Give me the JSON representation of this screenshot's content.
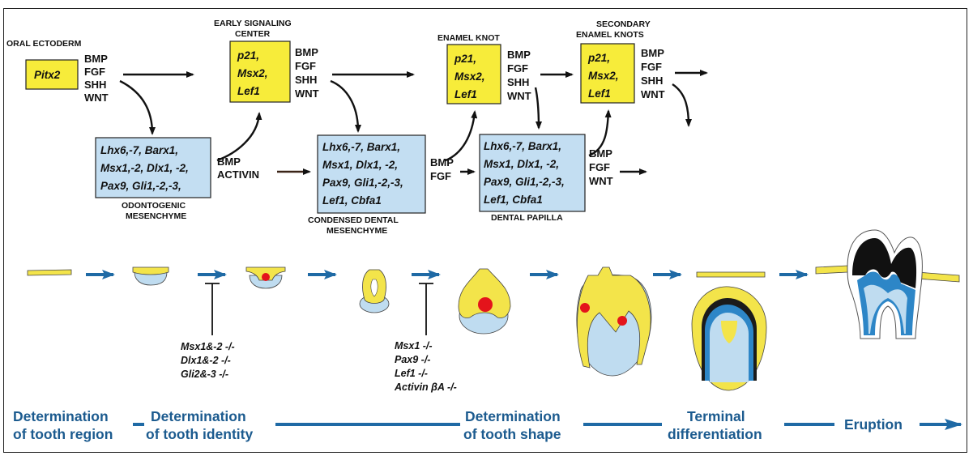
{
  "top": {
    "oral_ectoderm": {
      "caption": "ORAL ECTODERM",
      "box": "Pitx2",
      "signals": [
        "BMP",
        "FGF",
        "SHH",
        "WNT"
      ]
    },
    "early_signaling_center": {
      "caption": [
        "EARLY SIGNALING",
        "CENTER"
      ],
      "box": [
        "p21,",
        "Msx2,",
        "Lef1"
      ],
      "signals": [
        "BMP",
        "FGF",
        "SHH",
        "WNT"
      ]
    },
    "enamel_knot": {
      "caption": "ENAMEL KNOT",
      "box": [
        "p21,",
        "Msx2,",
        "Lef1"
      ],
      "signals": [
        "BMP",
        "FGF",
        "SHH",
        "WNT"
      ]
    },
    "secondary_enamel_knots": {
      "caption": [
        "SECONDARY",
        "ENAMEL KNOTS"
      ],
      "box": [
        "p21,",
        "Msx2,",
        "Lef1"
      ],
      "signals": [
        "BMP",
        "FGF",
        "SHH",
        "WNT"
      ]
    }
  },
  "mesenchyme": {
    "odontogenic": {
      "box": [
        "Lhx6,-7, Barx1,",
        "Msx1,-2, Dlx1, -2,",
        "Pax9, Gli1,-2,-3,"
      ],
      "caption": [
        "ODONTOGENIC",
        "MESENCHYME"
      ],
      "signals": [
        "BMP",
        "ACTIVIN"
      ]
    },
    "condensed": {
      "box": [
        "Lhx6,-7, Barx1,",
        "Msx1, Dlx1, -2,",
        "Pax9, Gli1,-2,-3,",
        "Lef1, Cbfa1"
      ],
      "caption": [
        "CONDENSED DENTAL",
        "MESENCHYME"
      ],
      "signals": [
        "BMP",
        "FGF"
      ]
    },
    "papilla": {
      "box": [
        "Lhx6,-7, Barx1,",
        "Msx1, Dlx1, -2,",
        "Pax9, Gli1,-2,-3,",
        "Lef1, Cbfa1"
      ],
      "caption": [
        "DENTAL PAPILLA"
      ],
      "signals": [
        "BMP",
        "FGF",
        "WNT"
      ]
    }
  },
  "mutants": {
    "group1": [
      "Msx1&-2  -/-",
      "Dlx1&-2 -/-",
      "Gli2&-3 -/-"
    ],
    "group2": [
      "Msx1 -/-",
      "Pax9  -/-",
      "Lef1 -/-",
      "Activin βA -/-"
    ]
  },
  "stages": [
    [
      "Determination",
      "of tooth region"
    ],
    [
      "Determination",
      "of tooth identity"
    ],
    [
      "Determination",
      "of tooth shape"
    ],
    [
      "Terminal",
      "differentiation"
    ],
    [
      "Eruption"
    ]
  ],
  "colors": {
    "ectoderm_box": "#f7ec3a",
    "mesenchyme_box": "#c3def2",
    "epithelium": "#f3e44a",
    "mesenchyme": "#bfdcf0",
    "signaling_center": "#e4141b",
    "stage_text": "#1c5b8f",
    "timeline_arrow": "#1f6aa5",
    "enamel": "#111111",
    "dentin": "#2d86c7"
  }
}
